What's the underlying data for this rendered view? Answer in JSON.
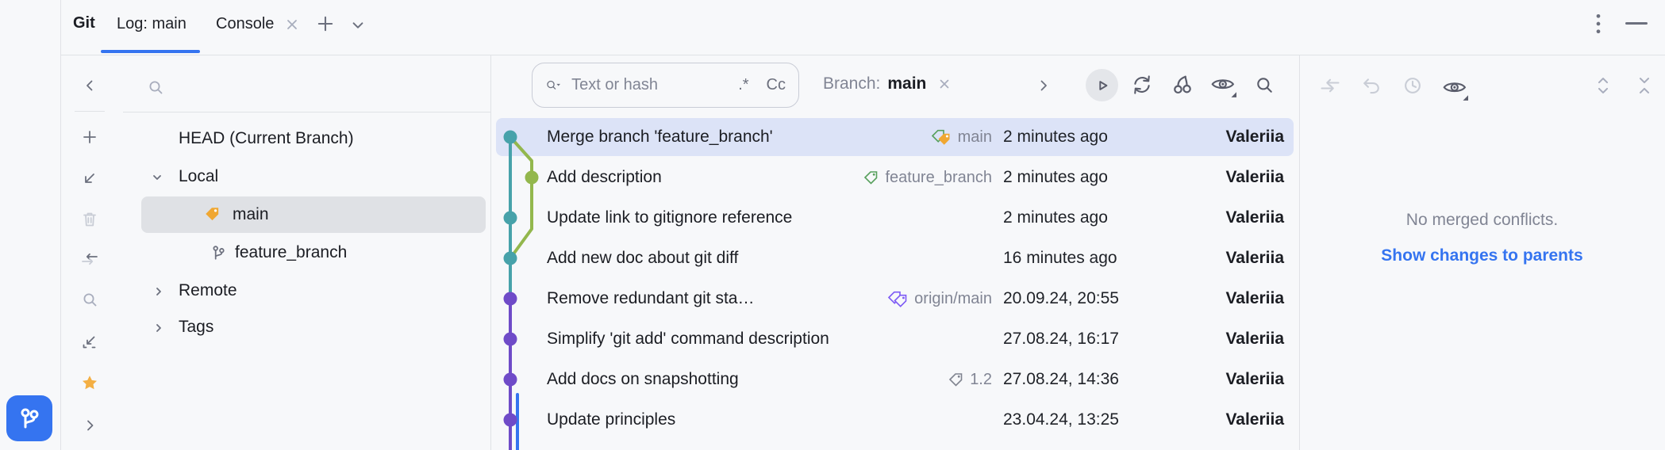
{
  "colors": {
    "accent": "#3574f0",
    "selection_row": "#dce3f7",
    "selection_tree": "#dfe1e5",
    "link": "#3574f0",
    "graph_teal": "#47a2aa",
    "graph_green": "#93b74d",
    "graph_purple": "#6f4bc8",
    "graph_blue": "#3574f0",
    "tag_orange": "#f0a732",
    "tag_green": "#57a05c",
    "tag_purple": "#7d5af5",
    "tag_gray": "#7f838f",
    "star": "#f4af43",
    "icon": "#6c707e",
    "icon_disabled": "#c9cdd6",
    "muted": "#818594",
    "panel_bg": "#f7f8fa"
  },
  "header": {
    "tool_label": "Git",
    "tabs": [
      {
        "label": "Log: main",
        "active": true
      },
      {
        "label": "Console",
        "active": false
      }
    ],
    "icons": [
      "close-icon",
      "add-tab-icon",
      "chevron-down-icon",
      "more-vertical-icon",
      "minimize-icon"
    ]
  },
  "left_toolbar": {
    "icons": [
      "hide-panel-icon",
      "add-icon",
      "checkout-arrow-icon",
      "delete-icon",
      "compare-icon",
      "search-icon",
      "collapse-diagonal-icon",
      "favorites-star-icon",
      "chevron-right-icon",
      "git-toolwindow-icon"
    ]
  },
  "branches": {
    "items": [
      {
        "label": "HEAD (Current Branch)"
      },
      {
        "label": "Local",
        "expanded": true
      },
      {
        "label": "main",
        "selected": true,
        "icon": "tag-icon"
      },
      {
        "label": "feature_branch",
        "icon": "branch-icon"
      },
      {
        "label": "Remote",
        "expanded": false
      },
      {
        "label": "Tags",
        "expanded": false
      }
    ]
  },
  "log": {
    "search": {
      "placeholder": "Text or hash",
      "regex": ".*",
      "match_case": "Cc"
    },
    "filter": {
      "label": "Branch:",
      "value": "main"
    },
    "toolbar_icons": [
      "play-icon",
      "refresh-icon",
      "cherry-pick-icon",
      "eye-icon",
      "search-icon"
    ],
    "commits": [
      {
        "message": "Merge branch 'feature_branch'",
        "tag": "main",
        "date": "2 minutes ago",
        "author": "Valeriia"
      },
      {
        "message": "Add description",
        "tag": "feature_branch",
        "date": "2 minutes ago",
        "author": "Valeriia"
      },
      {
        "message": "Update link to gitignore reference",
        "date": "2 minutes ago",
        "author": "Valeriia"
      },
      {
        "message": "Add new doc about git diff",
        "date": "16 minutes ago",
        "author": "Valeriia"
      },
      {
        "message": "Remove redundant git sta…",
        "tag": "origin/main",
        "date": "20.09.24, 20:55",
        "author": "Valeriia"
      },
      {
        "message": "Simplify 'git add' command description",
        "date": "27.08.24, 16:17",
        "author": "Valeriia"
      },
      {
        "message": "Add docs on snapshotting",
        "tag": "1.2",
        "date": "27.08.24, 14:36",
        "author": "Valeriia"
      },
      {
        "message": "Update principles",
        "date": "23.04.24, 13:25",
        "author": "Valeriia"
      }
    ]
  },
  "details": {
    "toolbar_icons": [
      "compare-icon",
      "rollback-icon",
      "history-icon",
      "eye-icon",
      "expand-all-icon",
      "collapse-all-icon"
    ],
    "status": "No merged conflicts.",
    "link": "Show changes to parents"
  }
}
